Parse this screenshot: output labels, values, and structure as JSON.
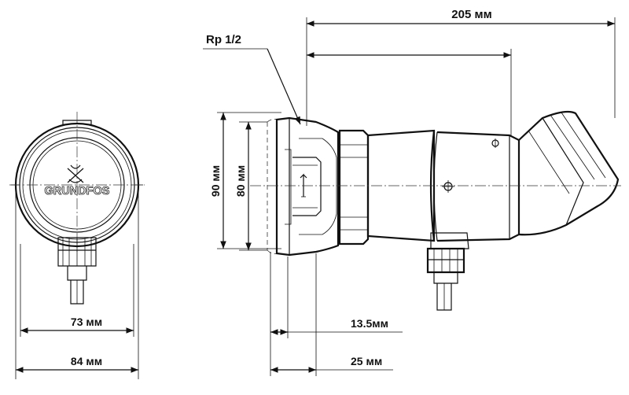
{
  "brand": {
    "name": "GRUNDFOS"
  },
  "dimensions": {
    "width_73": "73 мм",
    "width_84": "84 мм",
    "length_205": "205 мм",
    "height_90": "90 мм",
    "height_80": "80 мм",
    "offset_13_5": "13.5мм",
    "offset_25": "25 мм",
    "thread": "Rp 1/2"
  }
}
